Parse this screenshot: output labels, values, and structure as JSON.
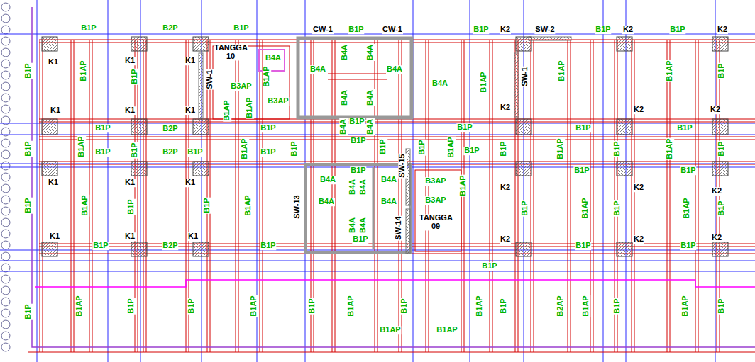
{
  "diagram": {
    "labels": [
      "B1P",
      "B2P",
      "B1P",
      "CW-1",
      "B1P",
      "CW-1",
      "B1P",
      "K2",
      "SW-2",
      "B1P",
      "K2",
      "B1P",
      "K2",
      "K1",
      "B1P",
      "B1AP",
      "K1",
      "B1P",
      "K1",
      "SW-1",
      "TANGGA 10",
      "B4A",
      "B1AP",
      "B3AP",
      "B3AP",
      "B1AP",
      "B1AP",
      "B4A",
      "B4A",
      "B4A",
      "B4A",
      "B4A",
      "B4A",
      "B4A",
      "B1AP",
      "SW-1",
      "B1AP",
      "B1AP",
      "B1P",
      "K2",
      "K2",
      "K2",
      "K1",
      "K1",
      "K1",
      "B1P",
      "B2P",
      "B1P",
      "B4A",
      "B1P",
      "B4A",
      "B1P",
      "B1P",
      "B1P",
      "B1P",
      "B1P",
      "B1AP",
      "B1P",
      "B1P",
      "B2P",
      "B1P",
      "B1AP",
      "B1P",
      "B1P",
      "B1P",
      "SW-15",
      "B1P",
      "B1AP",
      "B1P",
      "B1P",
      "B1AP",
      "B1P",
      "B1AP",
      "B1P",
      "B1P",
      "B4A",
      "B4A",
      "B4A",
      "B4A",
      "B3AP",
      "B3AP",
      "B1AP",
      "K1",
      "K1",
      "K1",
      "B1AP",
      "B1P",
      "B1P",
      "B1P",
      "B1AP",
      "SW-13",
      "B4A",
      "B4A",
      "B4A",
      "B4A",
      "B1P",
      "SW-14",
      "TANGGA 09",
      "B1P",
      "B1P",
      "K2",
      "K2",
      "K2",
      "B1P",
      "B1AP",
      "B1P",
      "B1AP",
      "B1P",
      "K2",
      "K2",
      "K2",
      "K1",
      "B1P",
      "K1",
      "B2P",
      "K1",
      "B1P",
      "B1P",
      "B1P",
      "B1P",
      "B1P",
      "B1AP",
      "B1P",
      "B1P",
      "B1AP",
      "B1P",
      "B1AP",
      "B1P",
      "B1AP",
      "B1AP",
      "B1AP",
      "B1P",
      "B2AP",
      "B1AP",
      "B1P",
      "B1AP",
      "B1P"
    ]
  }
}
